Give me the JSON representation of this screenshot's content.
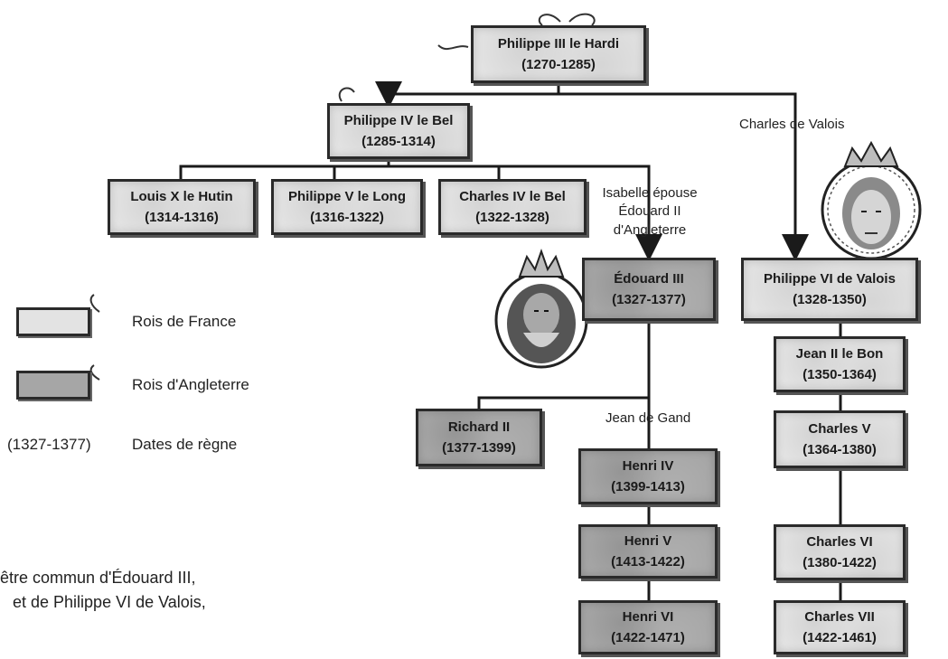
{
  "kings": {
    "philippe3": {
      "name": "Philippe III le Hardi",
      "dates": "(1270-1285)"
    },
    "philippe4": {
      "name": "Philippe IV le Bel",
      "dates": "(1285-1314)"
    },
    "louis10": {
      "name": "Louis X le Hutin",
      "dates": "(1314-1316)"
    },
    "philippe5": {
      "name": "Philippe V le Long",
      "dates": "(1316-1322)"
    },
    "charles4": {
      "name": "Charles IV le Bel",
      "dates": "(1322-1328)"
    },
    "edouard3": {
      "name": "Édouard III",
      "dates": "(1327-1377)"
    },
    "philippe6": {
      "name": "Philippe VI de Valois",
      "dates": "(1328-1350)"
    },
    "jean2": {
      "name": "Jean II le Bon",
      "dates": "(1350-1364)"
    },
    "charles5": {
      "name": "Charles V",
      "dates": "(1364-1380)"
    },
    "richard2": {
      "name": "Richard II",
      "dates": "(1377-1399)"
    },
    "henri4": {
      "name": "Henri IV",
      "dates": "(1399-1413)"
    },
    "henri5": {
      "name": "Henri V",
      "dates": "(1413-1422)"
    },
    "charles6": {
      "name": "Charles VI",
      "dates": "(1380-1422)"
    },
    "henri6": {
      "name": "Henri VI",
      "dates": "(1422-1471)"
    },
    "charles7": {
      "name": "Charles VII",
      "dates": "(1422-1461)"
    }
  },
  "labels": {
    "charles_de_valois": "Charles de Valois",
    "isabelle_line1": "Isabelle épouse",
    "isabelle_line2": "Édouard II",
    "isabelle_line3": "d'Angleterre",
    "jean_de_gand": "Jean de Gand"
  },
  "legend": {
    "france": "Rois de France",
    "england": "Rois d'Angleterre",
    "dates_example": "(1327-1377)",
    "dates_label": "Dates de règne"
  },
  "caption": {
    "line1": "être commun d'Édouard III,",
    "line2": "et de Philippe VI de Valois,"
  },
  "colors": {
    "france_box": "#e3e3e3",
    "england_box": "#a6a6a6",
    "line": "#1a1a1a"
  }
}
